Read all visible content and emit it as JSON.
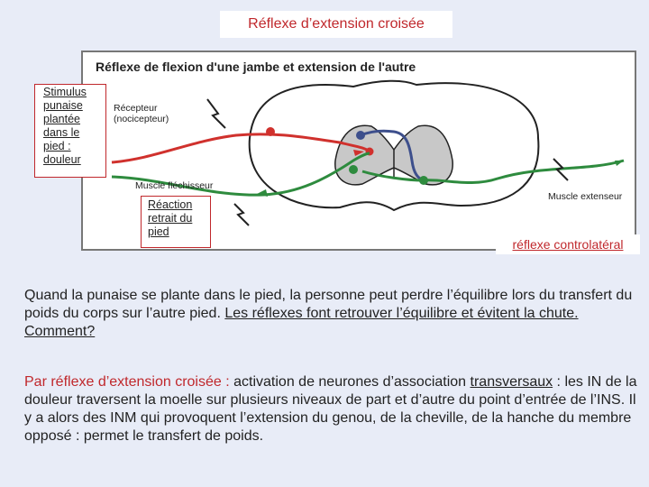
{
  "title": "Réflexe d’extension croisée",
  "figure": {
    "heading": "Réflexe de flexion d'une jambe et extension de l'autre",
    "receptor_line1": "Récepteur",
    "receptor_line2": "(nocicepteur)",
    "flexor_muscle": "Muscle fléchisseur",
    "extensor_muscle": "Muscle extenseur"
  },
  "stimulus_box": [
    "Stimulus",
    "punaise",
    "plantée",
    "dans le",
    "pied :",
    "douleur"
  ],
  "reaction_box": [
    "Réaction",
    "retrait du",
    "pied"
  ],
  "contralateral_label": "réflexe controlatéral",
  "paragraph1": {
    "plain": "Quand la punaise se plante dans le pied, la personne peut perdre l’équilibre lors du transfert du poids du corps sur l’autre pied. ",
    "underlined": "Les réflexes font retrouver l’équilibre et évitent la chute. Comment?"
  },
  "paragraph2": {
    "red": "Par réflexe d’extension croisée : ",
    "text_a": "activation de neurones d’association ",
    "underlined": "transversaux",
    "text_b": " : les IN de la douleur traversent la moelle sur plusieurs niveaux de part et d’autre du point d’entrée de l’INS. Il y a alors des INM qui provoquent l’extension du genou, de la cheville, de la hanche du membre opposé : permet le transfert de poids."
  },
  "colors": {
    "title_red": "#c0282c",
    "sensory_red": "#d0312d",
    "interneuron_blue": "#3d4f8c",
    "motor_green": "#2e8b3e",
    "background": "#e8ecf7"
  }
}
